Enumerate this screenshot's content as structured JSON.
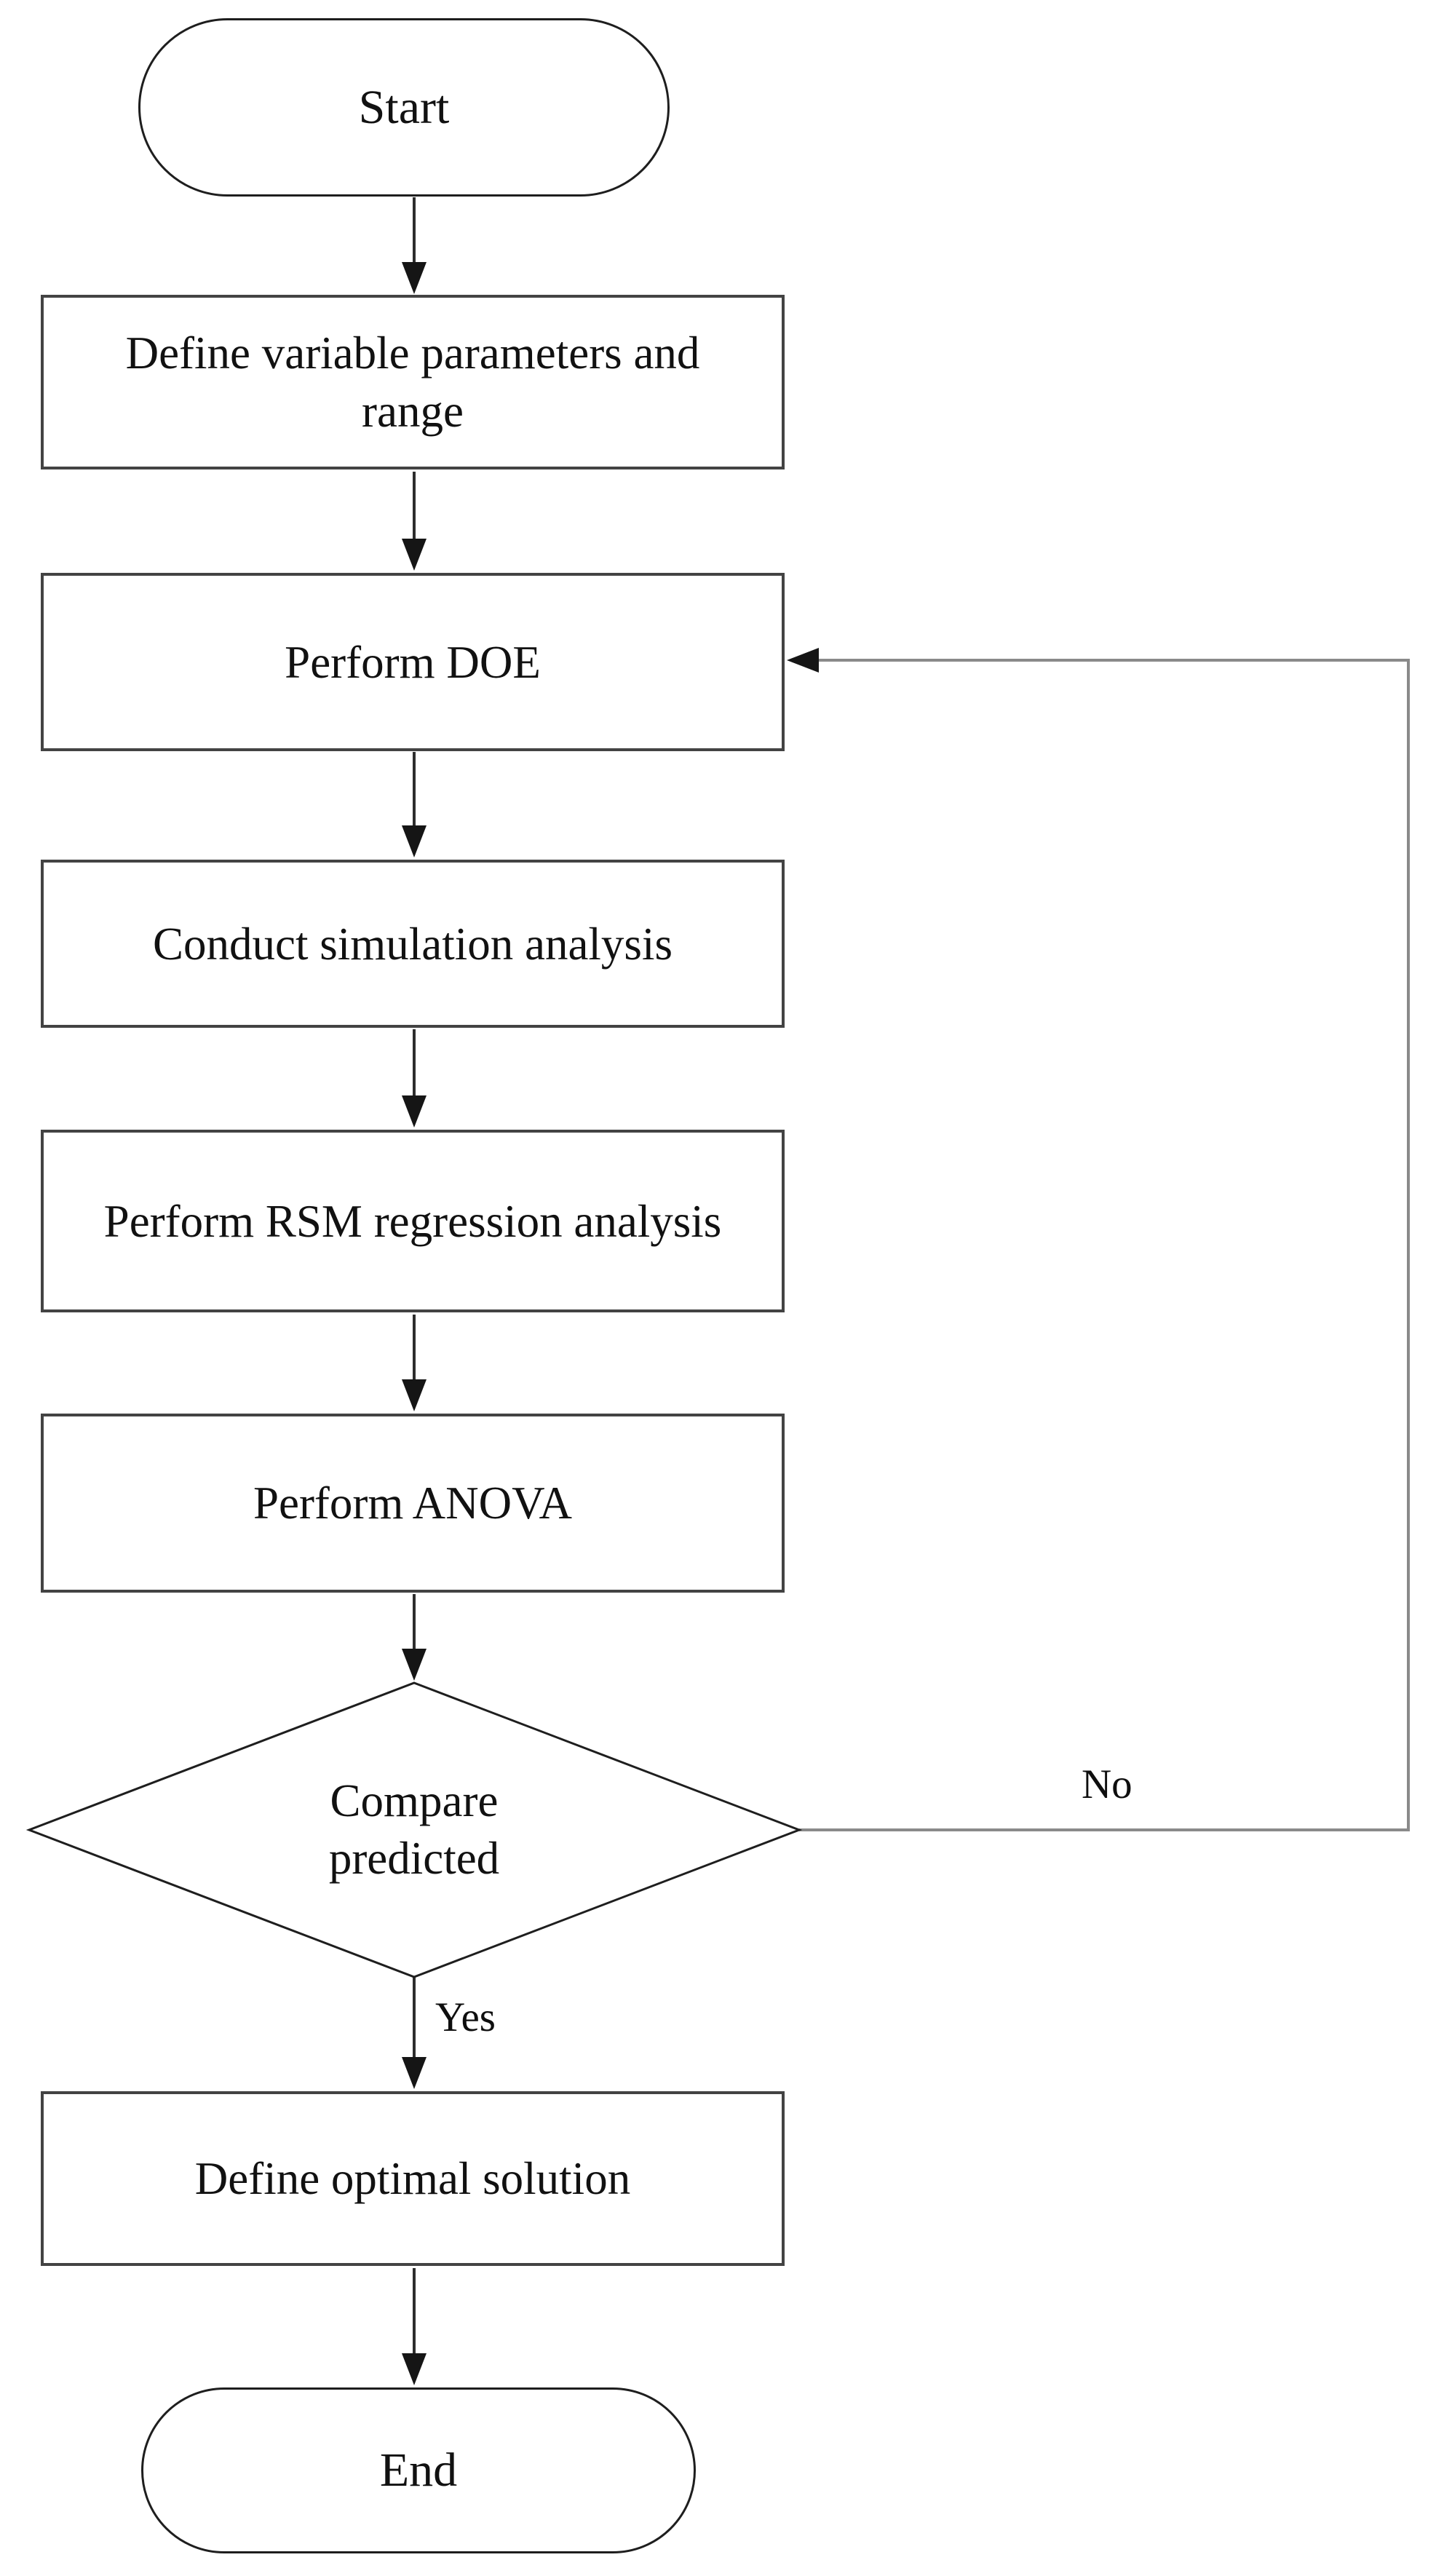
{
  "diagram": {
    "type": "flowchart",
    "background_color": "#ffffff",
    "colors": {
      "node_border": "#434343",
      "terminator_border": "#1e1e1e",
      "connector": "#2d2d2d",
      "loop_connector": "#8a8a8a",
      "arrowhead": "#151515",
      "text": "#111111"
    },
    "nodes": [
      {
        "id": "start",
        "shape": "terminator",
        "lines": [
          "Start"
        ]
      },
      {
        "id": "define-parameters",
        "shape": "process",
        "lines": [
          "Define variable parameters and",
          "range"
        ]
      },
      {
        "id": "perform-doe",
        "shape": "process",
        "lines": [
          "Perform DOE"
        ]
      },
      {
        "id": "conduct-simulation",
        "shape": "process",
        "lines": [
          "Conduct simulation analysis"
        ]
      },
      {
        "id": "rsm-regression",
        "shape": "process",
        "lines": [
          "Perform RSM regression analysis"
        ]
      },
      {
        "id": "perform-anova",
        "shape": "process",
        "lines": [
          "Perform ANOVA"
        ]
      },
      {
        "id": "compare-predicted",
        "shape": "decision",
        "lines": [
          "Compare",
          "predicted"
        ]
      },
      {
        "id": "define-optimal",
        "shape": "process",
        "lines": [
          "Define optimal solution"
        ]
      },
      {
        "id": "end",
        "shape": "terminator",
        "lines": [
          "End"
        ]
      }
    ],
    "edge_labels": {
      "yes": "Yes",
      "no": "No"
    }
  }
}
